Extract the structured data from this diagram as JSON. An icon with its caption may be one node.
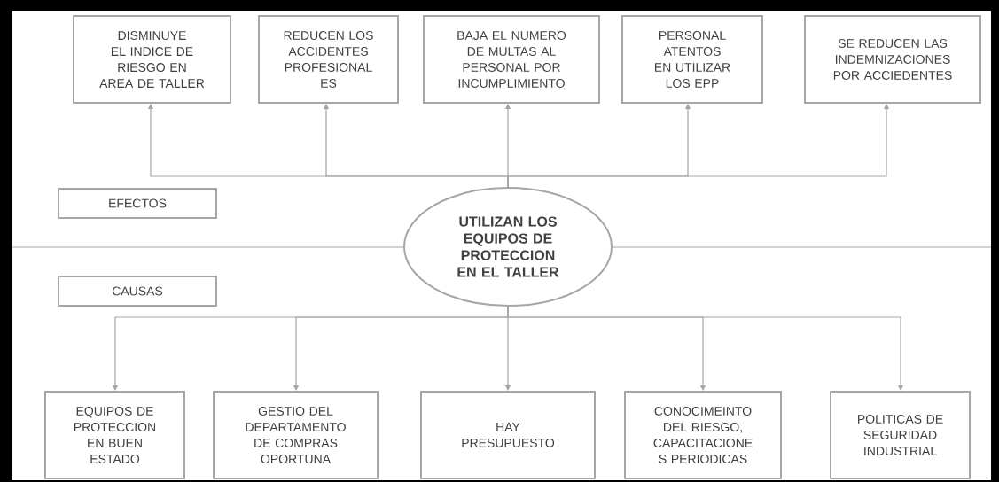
{
  "diagram": {
    "nodes": [
      {
        "text": [
          "UTILIZAN LOS EQUIPOS DE PROTECCION EN EL TALLER"
        ]
      },
      {
        "text": [
          "DISMINUYE EL INDICE DE RIESGO EN AREA DE TALLER"
        ]
      },
      {
        "text": [
          "REDUCEN LOS ACCIDENTES PROFESIONAL ES"
        ]
      },
      {
        "text": [
          "BAJA EL NUMERO DE MULTAS AL PERSONAL POR INCUMPLIMIENTO"
        ]
      },
      {
        "text": [
          "PERSONAL ATENTOS EN UTILIZAR LOS EPP"
        ]
      },
      {
        "text": [
          "SE REDUCEN LAS INDEMNIZACIONES POR ACCIEDENTES"
        ]
      },
      {
        "text": [
          "EFECTOS"
        ]
      },
      {
        "text": [
          "CAUSAS"
        ]
      },
      {
        "text": [
          "EQUIPOS DE PROTECCION EN BUEN ESTADO"
        ]
      },
      {
        "text": [
          "GESTIO DEL DEPARTAMENTO DE COMPRAS OPORTUNA"
        ]
      },
      {
        "text": [
          "HAY PRESUPUESTO"
        ]
      },
      {
        "text": [
          "CONOCIMEINTO DEL RIESGO, CAPACITACIONE S PERIODICAS"
        ]
      },
      {
        "text": [
          "POLITICAS DE SEGURIDAD INDUSTRIAL"
        ]
      }
    ],
    "edges": [
      {
        "from": 0,
        "to": 1,
        "arrow": "to"
      },
      {
        "from": 0,
        "to": 2,
        "arrow": "to"
      },
      {
        "from": 0,
        "to": 3,
        "arrow": "to"
      },
      {
        "from": 0,
        "to": 4,
        "arrow": "to"
      },
      {
        "from": 0,
        "to": 5,
        "arrow": "to"
      },
      {
        "from": 0,
        "to": 8,
        "arrow": "to"
      },
      {
        "from": 0,
        "to": 9,
        "arrow": "to"
      },
      {
        "from": 0,
        "to": 10,
        "arrow": "to"
      },
      {
        "from": 0,
        "to": 11,
        "arrow": "to"
      },
      {
        "from": 0,
        "to": 12,
        "arrow": "to"
      }
    ]
  }
}
